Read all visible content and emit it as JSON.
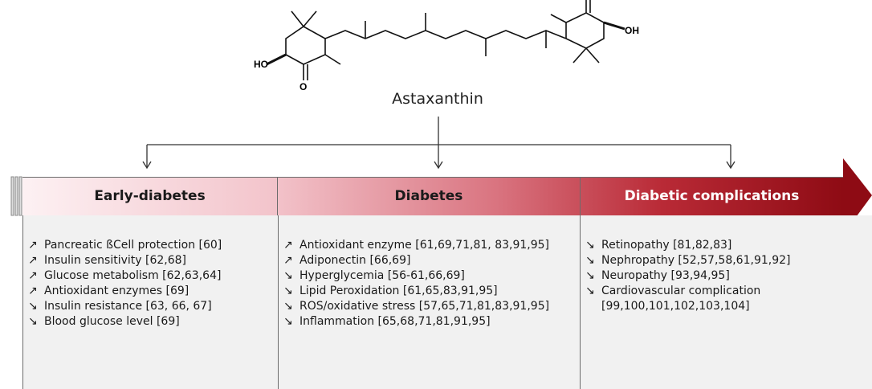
{
  "molecule": {
    "name": "Astaxanthin",
    "hydroxyl": "OH",
    "hydroxyl_left": "HO",
    "carbonyl": "O"
  },
  "colors": {
    "bar_start": "#fdf1f3",
    "bar_mid": "#d9737f",
    "bar_end": "#8e0b14",
    "panel_bg": "#f1f1f1"
  },
  "stages": [
    {
      "title": "Early-diabetes",
      "effects": [
        {
          "dir": "up",
          "icon": "↗",
          "text": "Pancreatic ßCell protection [60]"
        },
        {
          "dir": "up",
          "icon": "↗",
          "text": "Insulin sensitivity [62,68]"
        },
        {
          "dir": "up",
          "icon": "↗",
          "text": "Glucose metabolism [62,63,64]"
        },
        {
          "dir": "up",
          "icon": "↗",
          "text": "Antioxidant enzymes [69]"
        },
        {
          "dir": "down",
          "icon": "↘",
          "text": "Insulin resistance [63, 66, 67]"
        },
        {
          "dir": "down",
          "icon": "↘",
          "text": "Blood glucose level [69]"
        }
      ]
    },
    {
      "title": "Diabetes",
      "effects": [
        {
          "dir": "up",
          "icon": "↗",
          "text": "Antioxidant enzyme [61,69,71,81, 83,91,95]"
        },
        {
          "dir": "up",
          "icon": "↗",
          "text": "Adiponectin [66,69]"
        },
        {
          "dir": "down",
          "icon": "↘",
          "text": "Hyperglycemia [56-61,66,69]"
        },
        {
          "dir": "down",
          "icon": "↘",
          "text": "Lipid Peroxidation [61,65,83,91,95]"
        },
        {
          "dir": "down",
          "icon": "↘",
          "text": "ROS/oxidative stress [57,65,71,81,83,91,95]"
        },
        {
          "dir": "down",
          "icon": "↘",
          "text": "Inflammation [65,68,71,81,91,95]"
        }
      ]
    },
    {
      "title": "Diabetic complications",
      "effects": [
        {
          "dir": "down",
          "icon": "↘",
          "text": "Retinopathy [81,82,83]"
        },
        {
          "dir": "down",
          "icon": "↘",
          "text": "Nephropathy [52,57,58,61,91,92]"
        },
        {
          "dir": "down",
          "icon": "↘",
          "text": "Neuropathy [93,94,95]"
        },
        {
          "dir": "down",
          "icon": "↘",
          "text": "Cardiovascular complication"
        },
        {
          "dir": "none",
          "icon": "",
          "text": "[99,100,101,102,103,104]"
        }
      ]
    }
  ]
}
